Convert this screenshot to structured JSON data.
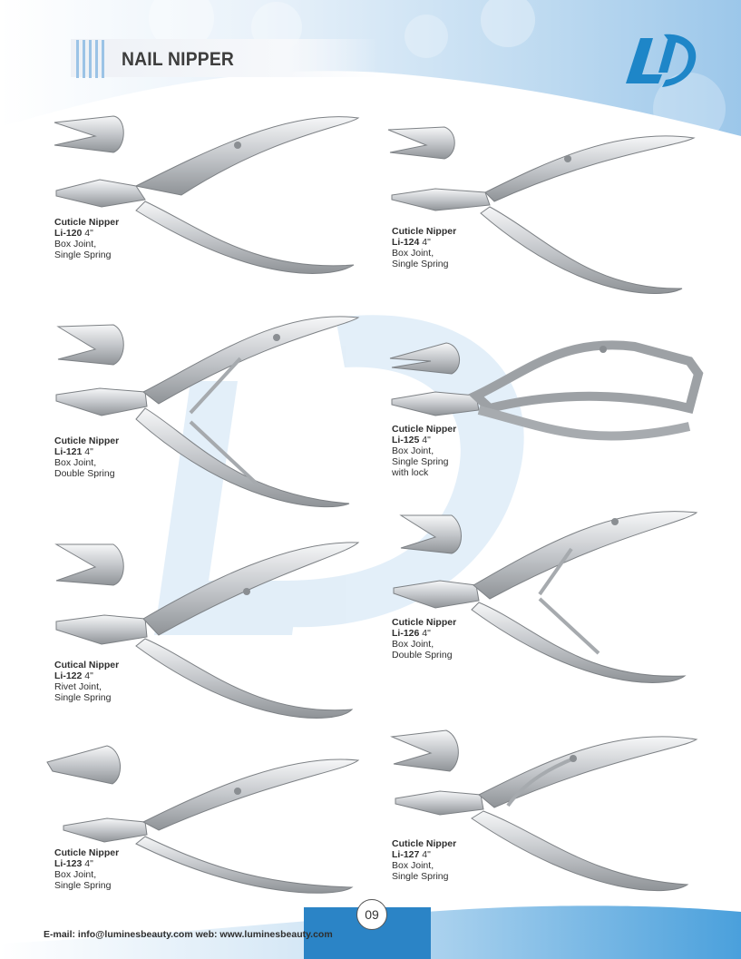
{
  "header": {
    "title": "NAIL NIPPER"
  },
  "logo": {
    "letters": "LI",
    "icon": "li-logo"
  },
  "colors": {
    "accent": "#1e86c8",
    "light_blue": "#cfe4f4",
    "steel": "#c9ccd0"
  },
  "products": [
    {
      "name": "Cuticle Nipper",
      "code": "Li-120",
      "size": "4\"",
      "lines": [
        "Box Joint,",
        "Single Spring"
      ]
    },
    {
      "name": "Cuticle Nipper",
      "code": "Li-124",
      "size": "4\"",
      "lines": [
        "Box Joint,",
        "Single Spring"
      ]
    },
    {
      "name": "Cuticle Nipper",
      "code": "Li-121",
      "size": "4\"",
      "lines": [
        "Box Joint,",
        "Double Spring"
      ]
    },
    {
      "name": "Cuticle Nipper",
      "code": "Li-125",
      "size": "4\"",
      "lines": [
        "Box Joint,",
        "Single Spring",
        "with lock"
      ]
    },
    {
      "name": "Cutical Nipper",
      "code": "Li-122",
      "size": "4\"",
      "lines": [
        "Rivet Joint,",
        "Single Spring"
      ]
    },
    {
      "name": "Cuticle Nipper",
      "code": "Li-126",
      "size": "4\"",
      "lines": [
        "Box Joint,",
        "Double Spring"
      ]
    },
    {
      "name": "Cuticle Nipper",
      "code": "Li-123",
      "size": "4\"",
      "lines": [
        "Box Joint,",
        "Single Spring"
      ]
    },
    {
      "name": "Cuticle Nipper",
      "code": "Li-127",
      "size": "4\"",
      "lines": [
        "Box Joint,",
        "Single Spring"
      ]
    }
  ],
  "footer": {
    "contact": "E-mail: info@luminesbeauty.com  web: www.luminesbeauty.com",
    "page_number": "09"
  }
}
